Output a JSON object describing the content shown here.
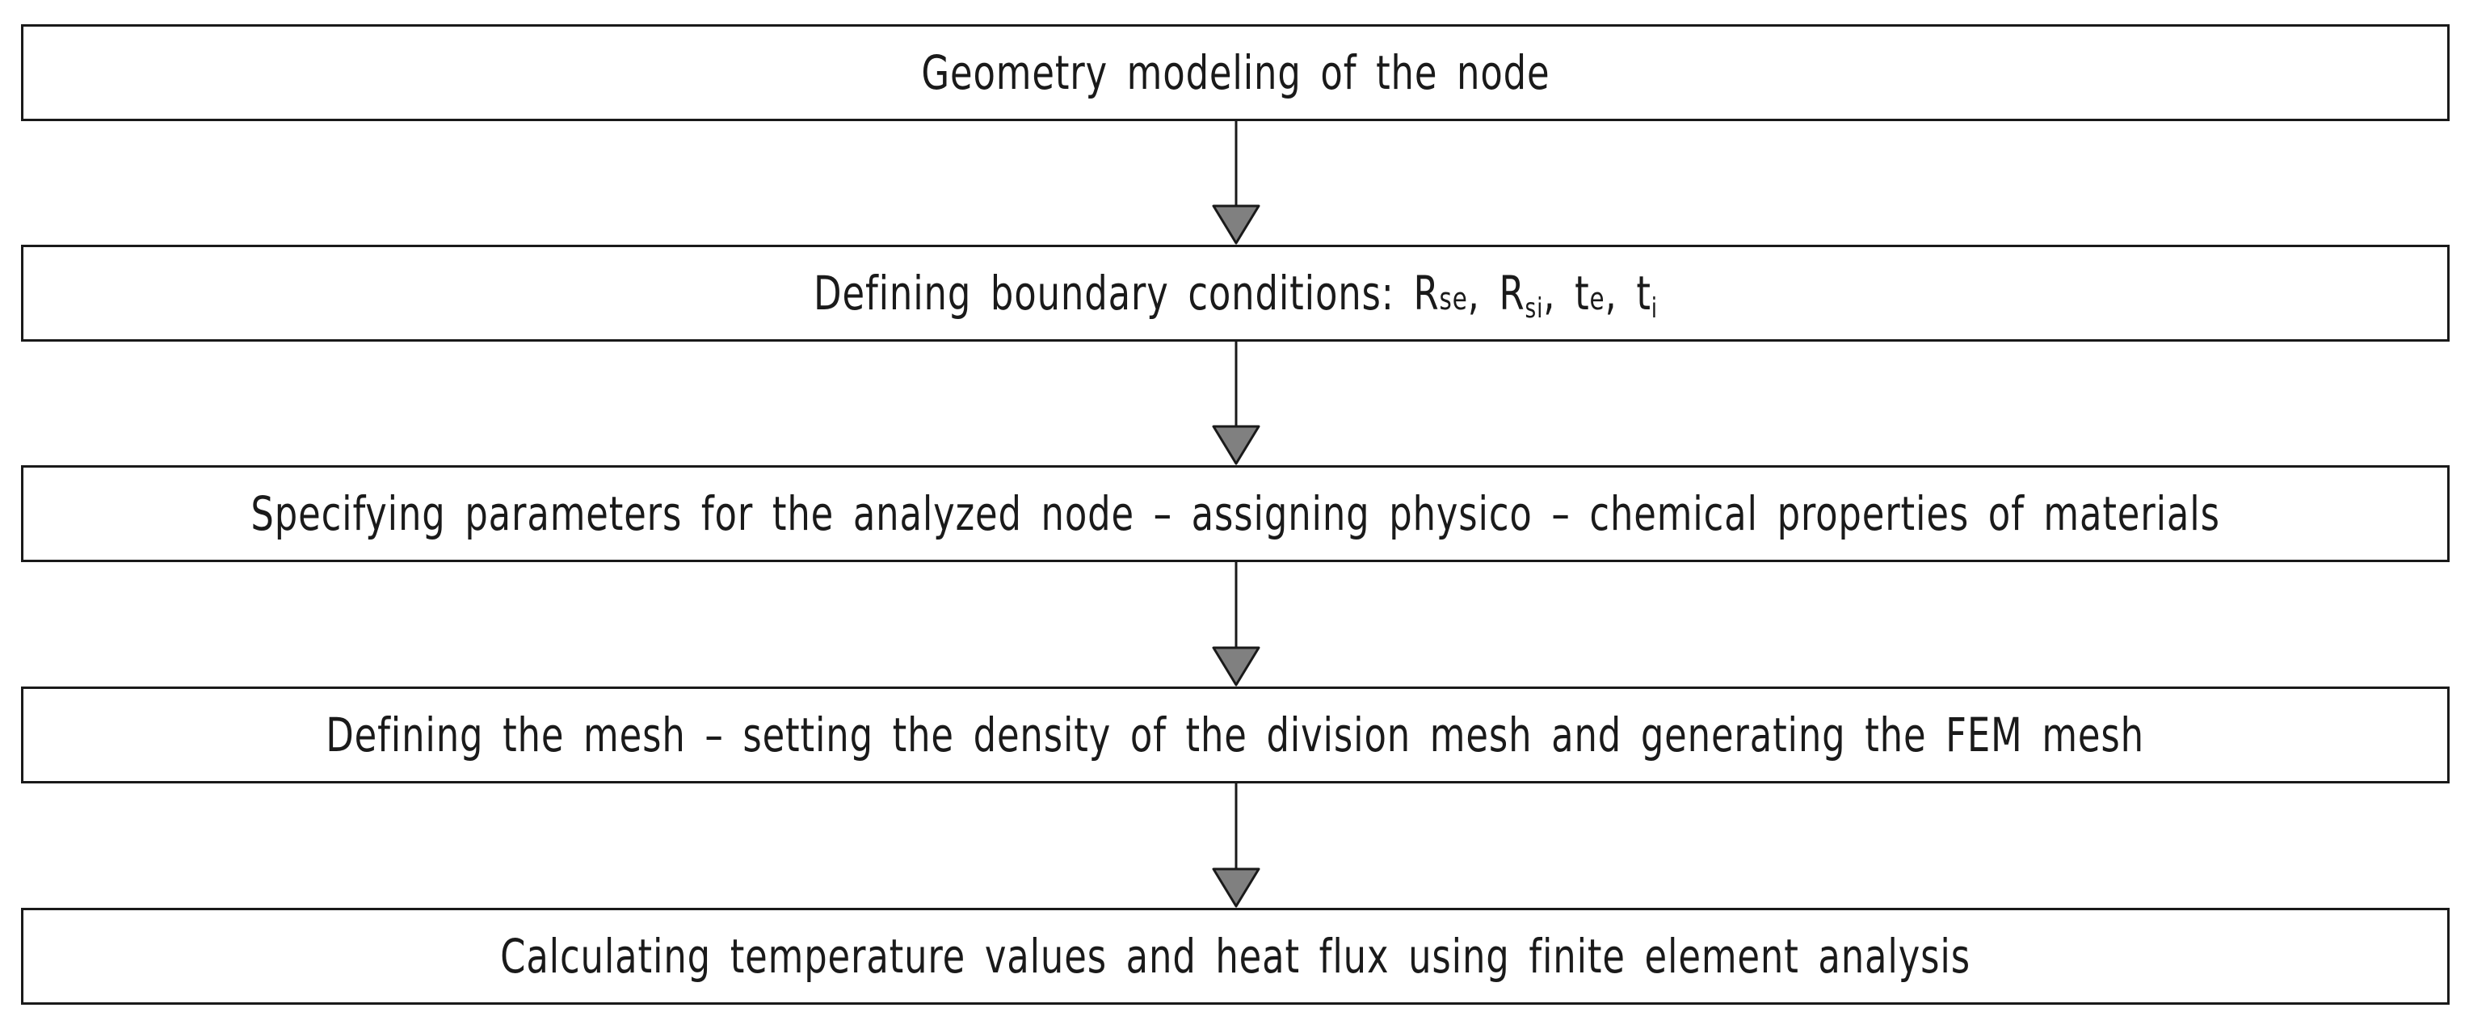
{
  "diagram": {
    "steps": [
      {
        "text": "Geometry modeling of the node"
      },
      {
        "prefix": "Defining boundary conditions: ",
        "r1": "R",
        "r1_sub": "se",
        "sep1": ", ",
        "r2": "R",
        "r2_sub": "si",
        "sep2": ", ",
        "t1": "t",
        "t1_sub": "e",
        "sep3": ", ",
        "t2": "t",
        "t2_sub": "i"
      },
      {
        "text": "Specifying parameters for the analyzed node – assigning physico – chemical properties of materials"
      },
      {
        "text": "Defining the mesh – setting the density of the division mesh and generating the FEM mesh"
      },
      {
        "text": "Calculating temperature values and heat flux using finite element analysis"
      }
    ],
    "colors": {
      "line": "#1a1a1a",
      "arrow_fill": "#808080"
    }
  }
}
